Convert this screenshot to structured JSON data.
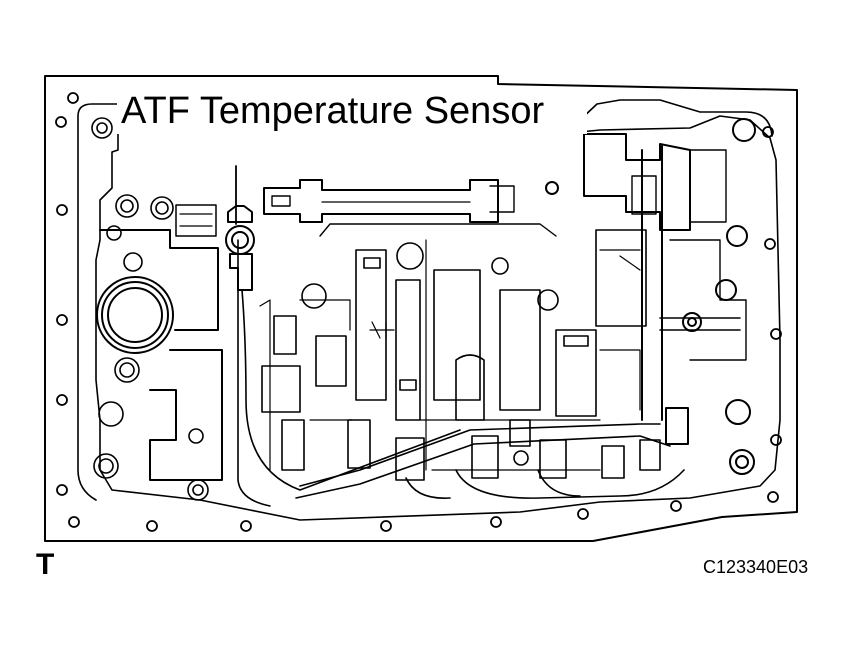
{
  "callout": {
    "label": "ATF Temperature Sensor"
  },
  "corner_letter": "T",
  "figure_code": "C123340E03",
  "colors": {
    "line": "#000000",
    "background": "#ffffff"
  }
}
